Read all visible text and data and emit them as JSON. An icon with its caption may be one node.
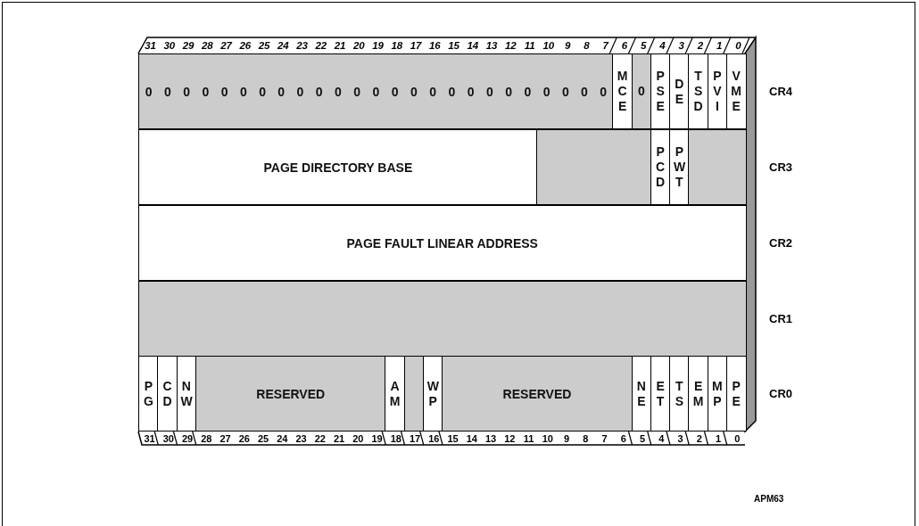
{
  "diagram": {
    "nodes": [
      {
        "text": [
          "0",
          "0",
          "0",
          "0",
          "0",
          "0",
          "0",
          "0",
          "0",
          "0",
          "0",
          "0",
          "0",
          "0",
          "0",
          "0",
          "0",
          "0",
          "0",
          "0",
          "0",
          "0",
          "0",
          "0",
          "0"
        ]
      },
      {
        "text": [
          "MCE"
        ]
      },
      {
        "text": [
          "0"
        ]
      },
      {
        "text": [
          "PSE"
        ]
      },
      {
        "text": [
          "DE"
        ]
      },
      {
        "text": [
          "TSD"
        ]
      },
      {
        "text": [
          "PVI"
        ]
      },
      {
        "text": [
          "VME"
        ]
      },
      {
        "text": [
          "PAGE DIRECTORY BASE"
        ]
      },
      {
        "text": [],
        "shape": "box"
      },
      {
        "text": [
          "PCD"
        ]
      },
      {
        "text": [
          "PWT"
        ]
      },
      {
        "text": [],
        "shape": "box"
      },
      {
        "text": [
          "PAGE FAULT LINEAR ADDRESS"
        ]
      },
      {
        "text": [],
        "shape": "box"
      },
      {
        "text": [
          "PG"
        ]
      },
      {
        "text": [
          "CD"
        ]
      },
      {
        "text": [
          "NW"
        ]
      },
      {
        "text": [
          "RESERVED"
        ]
      },
      {
        "text": [
          "AM"
        ]
      },
      {
        "text": [],
        "shape": "box"
      },
      {
        "text": [
          "WP"
        ]
      },
      {
        "text": [
          "RESERVED"
        ]
      },
      {
        "text": [
          "NE"
        ]
      },
      {
        "text": [
          "ET"
        ]
      },
      {
        "text": [
          "TS"
        ]
      },
      {
        "text": [
          "EM"
        ]
      },
      {
        "text": [
          "MP"
        ]
      },
      {
        "text": [
          "PE"
        ]
      }
    ],
    "edges": [],
    "labels": [
      "31",
      "30",
      "29",
      "28",
      "27",
      "26",
      "25",
      "24",
      "23",
      "22",
      "21",
      "20",
      "19",
      "18",
      "17",
      "16",
      "15",
      "14",
      "13",
      "12",
      "11",
      "10",
      "9",
      "8",
      "7",
      "6",
      "5",
      "4",
      "3",
      "2",
      "1",
      "0",
      "CR4",
      "CR3",
      "CR2",
      "CR1",
      "CR0",
      "31",
      "30",
      "29",
      "28",
      "27",
      "26",
      "25",
      "24",
      "23",
      "22",
      "21",
      "20",
      "19",
      "18",
      "17",
      "16",
      "15",
      "14",
      "13",
      "12",
      "11",
      "10",
      "9",
      "8",
      "7",
      "6",
      "5",
      "4",
      "3",
      "2",
      "1",
      "0",
      "APM63"
    ]
  }
}
